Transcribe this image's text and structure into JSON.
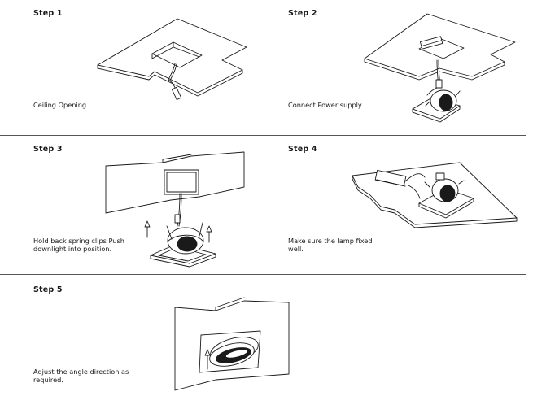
{
  "steps": [
    {
      "title": "Step 1",
      "caption": "Ceiling Opening."
    },
    {
      "title": "Step 2",
      "caption": "Connect Power supply."
    },
    {
      "title": "Step 3",
      "caption": "Hold back spring clips Push downlight into position."
    },
    {
      "title": "Step 4",
      "caption": "Make sure the lamp fixed well."
    },
    {
      "title": "Step 5",
      "caption": "Adjust the angle direction as required."
    }
  ]
}
